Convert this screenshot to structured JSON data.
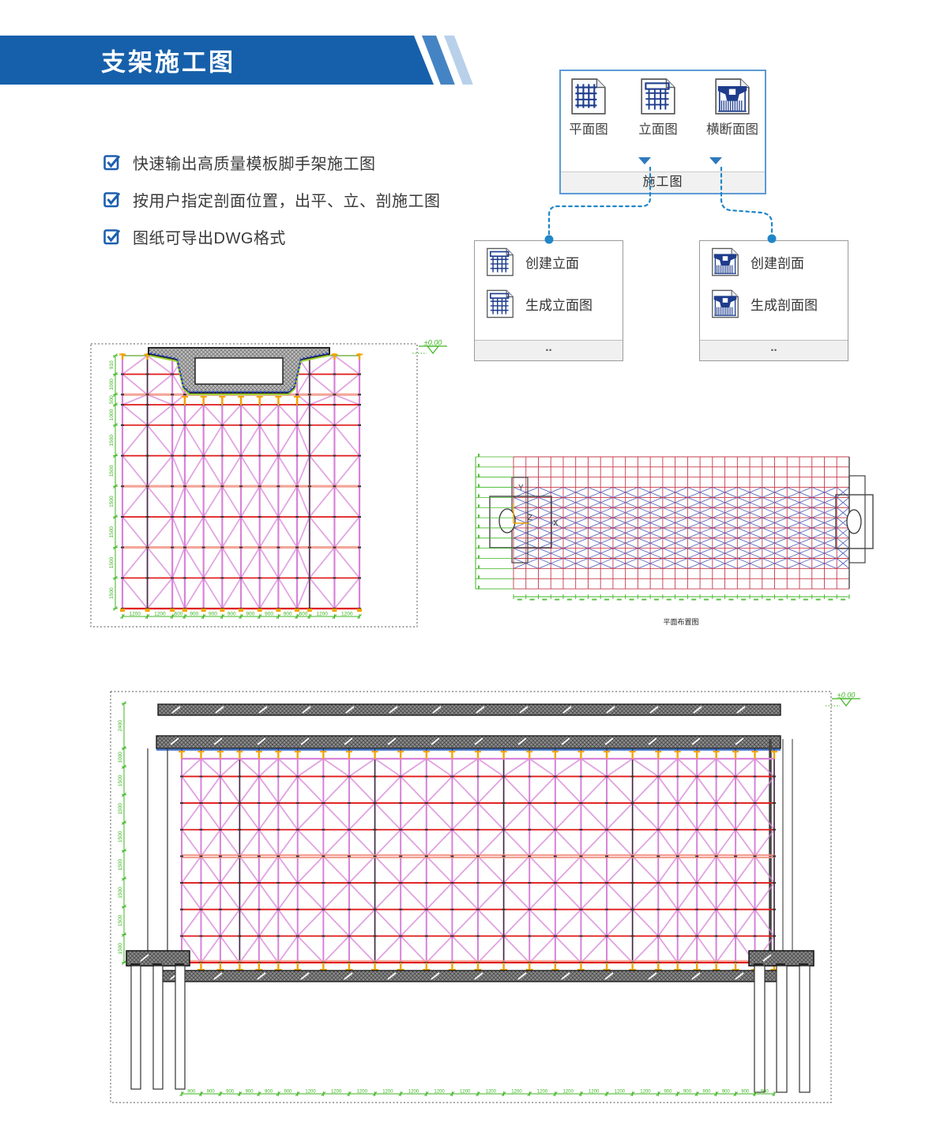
{
  "header": {
    "title": "支架施工图"
  },
  "features": [
    {
      "label": "快速输出高质量模板脚手架施工图"
    },
    {
      "label": "按用户指定剖面位置，出平、立、剖施工图"
    },
    {
      "label": "图纸可导出DWG格式"
    }
  ],
  "toolbar": {
    "group_label": "施工图",
    "buttons": [
      {
        "label": "平面图",
        "icon": "plan-drawing-icon"
      },
      {
        "label": "立面图",
        "icon": "elevation-drawing-icon"
      },
      {
        "label": "横断面图",
        "icon": "cross-section-drawing-icon"
      }
    ]
  },
  "menus": {
    "elevation_menu": {
      "items": [
        {
          "label": "创建立面",
          "icon": "elevation-drawing-icon"
        },
        {
          "label": "生成立面图",
          "icon": "elevation-drawing-icon"
        }
      ],
      "footer_dots": ".."
    },
    "section_menu": {
      "items": [
        {
          "label": "创建剖面",
          "icon": "cross-section-drawing-icon"
        },
        {
          "label": "生成剖面图",
          "icon": "cross-section-drawing-icon"
        }
      ],
      "footer_dots": ".."
    }
  },
  "drawings": {
    "cross_section": {
      "level_label": "±0.00",
      "v_dims": [
        "910",
        "1000",
        "500",
        "1000",
        "1500",
        "1500",
        "1500",
        "1500",
        "1500",
        "1500"
      ],
      "h_dims": [
        "1200",
        "1200",
        "600",
        "900",
        "900",
        "900",
        "900",
        "900",
        "900",
        "600",
        "1200",
        "1200"
      ]
    },
    "plan": {
      "caption": "平面布置图",
      "axis_labels": {
        "x": "X",
        "y": "Y",
        "z": "Z"
      }
    },
    "elevation": {
      "level_label": "±0.00",
      "v_dims": [
        "2400",
        "1000",
        "1500",
        "1500",
        "1500",
        "1500",
        "1500",
        "1500",
        "1500"
      ],
      "h_dims": [
        "900",
        "900",
        "900",
        "900",
        "900",
        "900",
        "1200",
        "1200",
        "1200",
        "1200",
        "1200",
        "1200",
        "1200",
        "1200",
        "1200",
        "1200",
        "1200",
        "1200",
        "1200",
        "1200",
        "900",
        "900",
        "900",
        "900",
        "900",
        "900"
      ]
    }
  },
  "colors": {
    "banner_blue": "#1660ab",
    "accent_blue": "#2e79bd",
    "connector_blue": "#2186c8",
    "scaffold_pink": "#d883d8",
    "ledger_red": "#e01818",
    "ledger_salmon": "#f29083",
    "dim_green": "#3db520",
    "jack_orange": "#f5a300",
    "plan_red": "#c5394a",
    "plan_blue": "#5b6cc0",
    "icon_navy": "#1e3c8c"
  }
}
